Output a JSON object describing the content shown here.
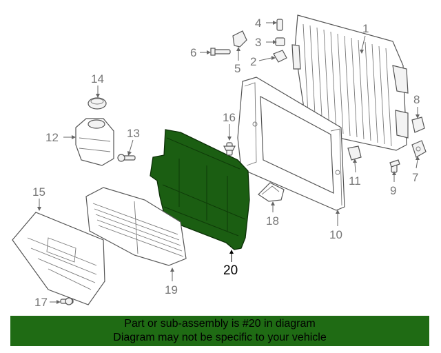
{
  "callouts": [
    {
      "id": "1",
      "label": "1"
    },
    {
      "id": "2",
      "label": "2"
    },
    {
      "id": "3",
      "label": "3"
    },
    {
      "id": "4",
      "label": "4"
    },
    {
      "id": "5",
      "label": "5"
    },
    {
      "id": "6",
      "label": "6"
    },
    {
      "id": "7",
      "label": "7"
    },
    {
      "id": "8",
      "label": "8"
    },
    {
      "id": "9",
      "label": "9"
    },
    {
      "id": "10",
      "label": "10"
    },
    {
      "id": "11",
      "label": "11"
    },
    {
      "id": "12",
      "label": "12"
    },
    {
      "id": "13",
      "label": "13"
    },
    {
      "id": "14",
      "label": "14"
    },
    {
      "id": "15",
      "label": "15"
    },
    {
      "id": "16",
      "label": "16"
    },
    {
      "id": "17",
      "label": "17"
    },
    {
      "id": "18",
      "label": "18"
    },
    {
      "id": "19",
      "label": "19"
    },
    {
      "id": "20",
      "label": "20"
    }
  ],
  "highlight_part": "20",
  "colors": {
    "highlight": "#1b5e12",
    "banner": "#1f6b14",
    "callout": "#777777"
  },
  "banner": {
    "line1": "Part or sub-assembly is #20 in diagram",
    "line2": "Diagram may not be specific to your vehicle"
  }
}
